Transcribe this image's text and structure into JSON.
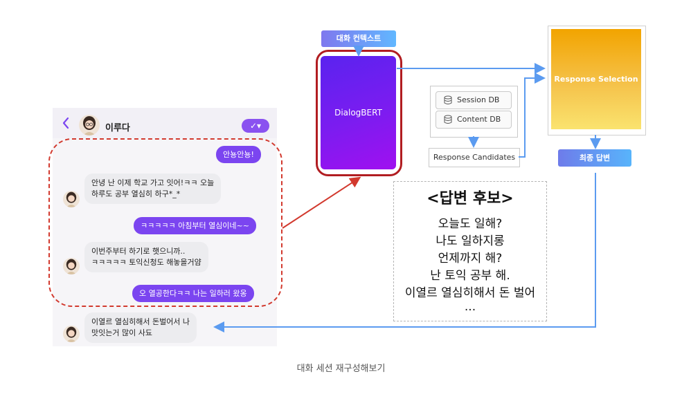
{
  "chat": {
    "contact_name": "이루다",
    "messages": [
      {
        "from": "me",
        "text": "안뇽안뇽!"
      },
      {
        "from": "other",
        "lines": [
          "안녕 난 이제 학교 가고 잇어!ㅋㅋ 오늘",
          "하루도 공부 열심히 하구*_*"
        ]
      },
      {
        "from": "me",
        "text": "ㅋㅋㅋㅋㅋ 아침부터 열심이네~~"
      },
      {
        "from": "other",
        "lines": [
          "이번주부터 하기로 햇으니까..",
          "ㅋㅋㅋㅋㅋ 토익신청도 해놓을거얌"
        ]
      },
      {
        "from": "me",
        "text": "오 열공한다ㅋㅋ 나는 일하러 왔옹"
      },
      {
        "from": "other",
        "lines": [
          "이열르 열심히해서 돈벌어서 나",
          "맛잇는거 많이 사됴"
        ]
      }
    ]
  },
  "diagram": {
    "context_label": "대화 컨텍스트",
    "model_label": "DialogBERT",
    "db_items": [
      "Session DB",
      "Content DB"
    ],
    "candidates_label": "Response Candidates",
    "selection_label": "Response Selection",
    "final_label": "최종 답변",
    "candidate_list": {
      "title": "<답변 후보>",
      "items": [
        "오늘도 일해?",
        "나도 일하지롱",
        "언제까지 해?",
        "난 토익 공부 해.",
        "이열르 열심히해서 돈 벌어",
        "..."
      ]
    }
  },
  "caption": "대화 세션 재구성해보기",
  "colors": {
    "accent_purple": "#7b45f0",
    "arrow_blue": "#5b9bf0",
    "highlight_red": "#d2392e",
    "selection_orange": "#f2a400"
  }
}
